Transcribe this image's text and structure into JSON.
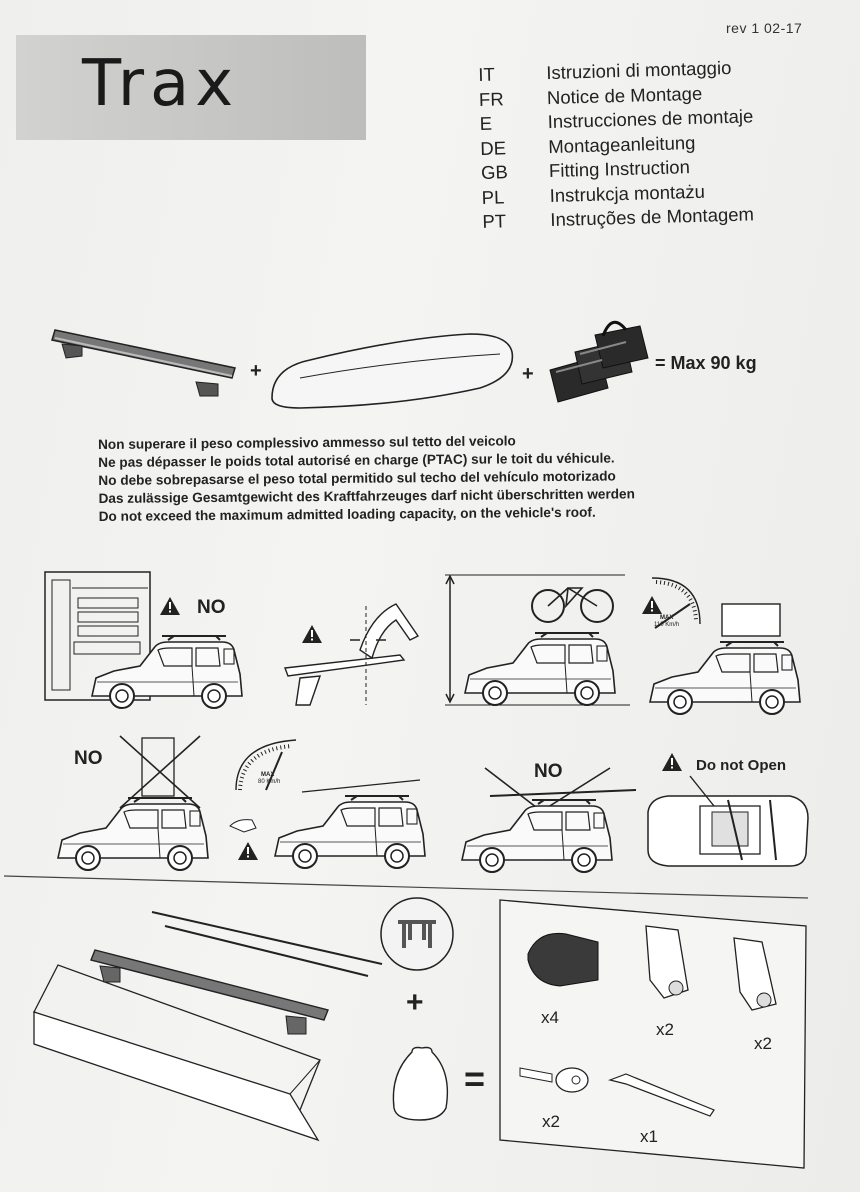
{
  "revision": "rev 1 02-17",
  "brand": "Trax",
  "languages": [
    {
      "code": "IT",
      "title": "Istruzioni di montaggio"
    },
    {
      "code": "FR",
      "title": "Notice de Montage"
    },
    {
      "code": "E",
      "title": "Instrucciones de montaje"
    },
    {
      "code": "DE",
      "title": "Montageanleitung"
    },
    {
      "code": "GB",
      "title": "Fitting Instruction"
    },
    {
      "code": "PL",
      "title": "Instrukcja montażu"
    },
    {
      "code": "PT",
      "title": "Instruções de Montagem"
    }
  ],
  "load": {
    "plus": "+",
    "max_label": "= Max 90 kg"
  },
  "load_warning": [
    "Non superare il peso complessivo ammesso sul tetto del veicolo",
    "Ne pas dépasser le poids total autorisé en charge (PTAC) sur le toit du véhicule.",
    "No debe sobrepasarse el peso total permitido sul techo del vehículo motorizado",
    "Das zulässige Gesamtgewicht des Kraftfahrzeuges darf nicht überschritten werden",
    "Do not exceed the maximum admitted loading capacity, on the vehicle's roof."
  ],
  "warnings": {
    "car_wash_no": "NO",
    "overload_no": "NO",
    "lengthwise_no": "NO",
    "do_not_open": "Do not Open",
    "speed_110": "110 Km/h",
    "speed_80": "80 Km/h",
    "max": "MAX"
  },
  "kit": {
    "plus": "+",
    "equals": "=",
    "parts": [
      {
        "name": "foot",
        "qty": "x4"
      },
      {
        "name": "cover",
        "qty": "x2"
      },
      {
        "name": "lock cover",
        "qty": "x2"
      },
      {
        "name": "key",
        "qty": "x2"
      },
      {
        "name": "allen key",
        "qty": "x1"
      }
    ]
  },
  "colors": {
    "paper": "#f1f1ef",
    "ink": "#222222",
    "logo_band": "#c8c8c6"
  }
}
